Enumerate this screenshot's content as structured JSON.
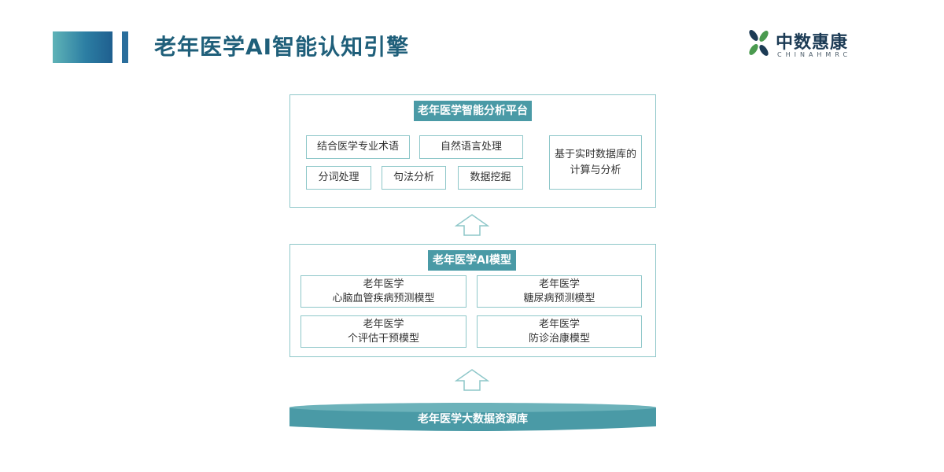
{
  "header": {
    "title": "老年医学AI智能认知引擎",
    "logo_name": "中数惠康",
    "logo_sub": "CHINAHMRC"
  },
  "diagram": {
    "top_panel": {
      "title": "老年医学智能分析平台",
      "items": [
        "结合医学专业术语",
        "自然语言处理",
        "分词处理",
        "句法分析",
        "数据挖掘"
      ],
      "side_box": [
        "基于实时数据库的",
        "计算与分析"
      ]
    },
    "middle_panel": {
      "title": "老年医学AI模型",
      "models": [
        {
          "line1": "老年医学",
          "line2": "心脑血管疾病预测模型"
        },
        {
          "line1": "老年医学",
          "line2": "糖尿病预测模型"
        },
        {
          "line1": "老年医学",
          "line2": "个评估干预模型"
        },
        {
          "line1": "老年医学",
          "line2": "防诊治康模型"
        }
      ]
    },
    "database": {
      "label": "老年医学大数据资源库"
    }
  },
  "colors": {
    "accent": "#4a9aa6",
    "border": "#8ec7c9",
    "title_text": "#1f5f7a"
  }
}
